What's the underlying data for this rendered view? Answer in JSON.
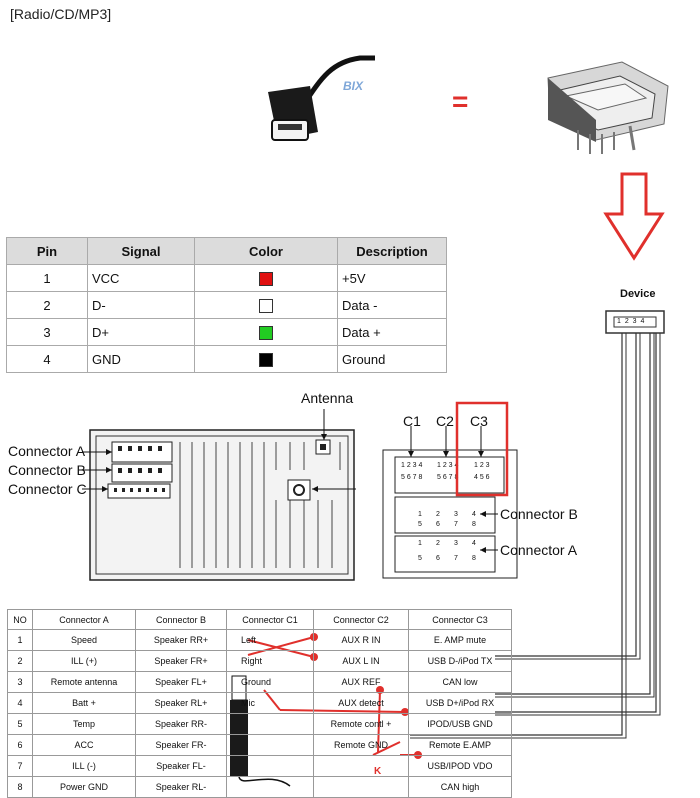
{
  "title": "[Radio/CD/MP3]",
  "equals": "=",
  "bix_logo": "BIX",
  "colors": {
    "red": "#e0302c",
    "vcc": "#e01010",
    "dplus": "#22cc22",
    "gnd": "#000000",
    "dminus": "#ffffff"
  },
  "pin_table": {
    "headers": [
      "Pin",
      "Signal",
      "Color",
      "Description"
    ],
    "rows": [
      {
        "pin": "1",
        "signal": "VCC",
        "color": "#e01010",
        "description": "+5V"
      },
      {
        "pin": "2",
        "signal": "D-",
        "color": "#ffffff",
        "description": "Data -"
      },
      {
        "pin": "3",
        "signal": "D+",
        "color": "#22cc22",
        "description": "Data +"
      },
      {
        "pin": "4",
        "signal": "GND",
        "color": "#000000",
        "description": "Ground"
      }
    ]
  },
  "device": {
    "label": "Device",
    "pins": "1 2 3 4"
  },
  "radio": {
    "antenna": "Antenna",
    "connector_a": "Connector A",
    "connector_b": "Connector B",
    "connector_c": "Connector C"
  },
  "detail": {
    "c1": "C1",
    "c2": "C2",
    "c3": "C3",
    "connector_b": "Connector B",
    "connector_a": "Connector A"
  },
  "conn_table": {
    "headers": [
      "NO",
      "Connector A",
      "Connector B",
      "Connector C1",
      "Connector C2",
      "Connector C3"
    ],
    "rows": [
      [
        "1",
        "Speed",
        "Speaker RR+",
        "Left",
        "AUX R IN",
        "E. AMP mute"
      ],
      [
        "2",
        "ILL (+)",
        "Speaker FR+",
        "Right",
        "AUX L IN",
        "USB D-/iPod TX"
      ],
      [
        "3",
        "Remote antenna",
        "Speaker FL+",
        "Ground",
        "AUX REF",
        "CAN low"
      ],
      [
        "4",
        "Batt +",
        "Speaker RL+",
        "Mic",
        "AUX detect",
        "USB D+/iPod RX"
      ],
      [
        "5",
        "Temp",
        "Speaker RR-",
        "",
        "Remote contl +",
        "IPOD/USB GND"
      ],
      [
        "6",
        "ACC",
        "Speaker FR-",
        "",
        "Remote GND",
        "Remote E.AMP"
      ],
      [
        "7",
        "ILL (-)",
        "Speaker FL-",
        "",
        "",
        "USB/IPOD VDO"
      ],
      [
        "8",
        "Power GND",
        "Speaker RL-",
        "",
        "",
        "CAN high"
      ]
    ]
  },
  "marker_k": "K"
}
